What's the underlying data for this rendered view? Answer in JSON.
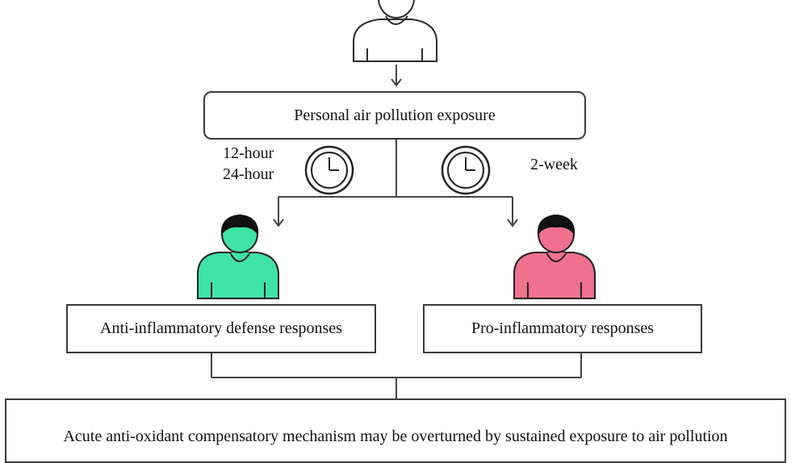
{
  "nodes": {
    "exposure": "Personal air pollution exposure",
    "anti_inflammatory": "Anti-inflammatory defense responses",
    "pro_inflammatory": "Pro-inflammatory responses",
    "conclusion": "Acute anti-oxidant compensatory mechanism may be overturned by sustained exposure to air pollution"
  },
  "time_labels": {
    "short_1": "12-hour",
    "short_2": "24-hour",
    "long": "2-week"
  },
  "colors": {
    "line": "#3a3a3a",
    "anti_person": "#3fe4a6",
    "pro_person": "#f0708f",
    "hair": "#111111"
  },
  "icons": {
    "top_person": "person-outline-icon",
    "clocks": "clock-icon",
    "left_person": "person-green-icon",
    "right_person": "person-pink-icon"
  }
}
